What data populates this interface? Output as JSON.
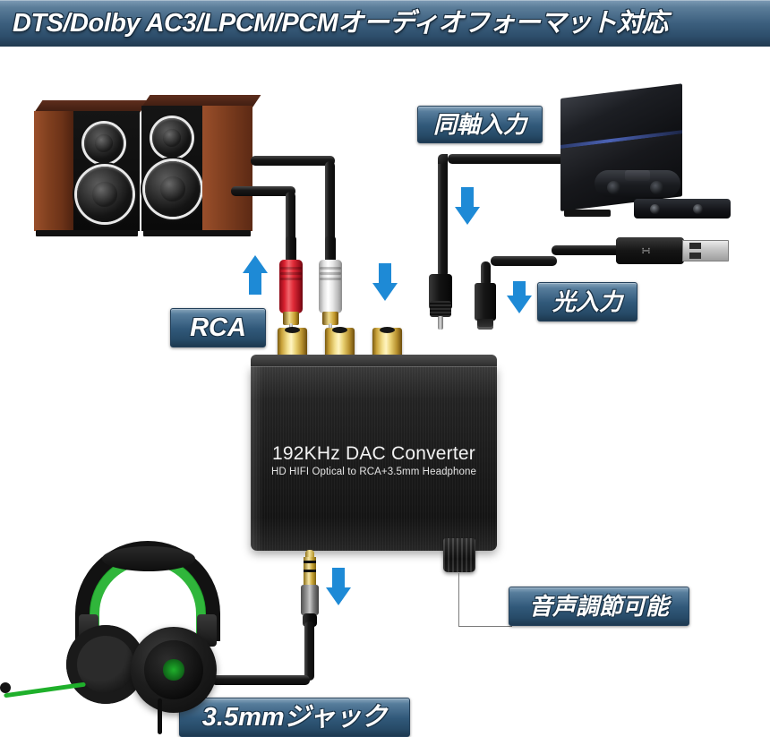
{
  "banner": {
    "title": "DTS/Dolby AC3/LPCM/PCMオーディオフォーマット対応",
    "bg_color_top": "#7e9cb6",
    "bg_color_bottom": "#21394f",
    "text_color": "#ffffff"
  },
  "labels": {
    "coaxial_input": "同軸入力",
    "optical_input": "光入力",
    "rca": "RCA",
    "volume_adjustable": "音声調節可能",
    "headphone_jack": "3.5mmジャック"
  },
  "device": {
    "title": "192KHz DAC Converter",
    "subtitle": "HD HIFI Optical to RCA+3.5mm Headphone",
    "body_color": "#1a1a1a",
    "knob_name": "volume-knob"
  },
  "arrows": {
    "color": "#1e8ad6",
    "items": [
      {
        "name": "arrow-rca-up",
        "direction": "up"
      },
      {
        "name": "arrow-rca-down",
        "direction": "down"
      },
      {
        "name": "arrow-coaxial-down",
        "direction": "down"
      },
      {
        "name": "arrow-optical-down",
        "direction": "down"
      },
      {
        "name": "arrow-headphone-down",
        "direction": "down"
      }
    ]
  },
  "peripherals": {
    "speakers": "bookshelf-speakers",
    "console": "playstation-4-console",
    "usb_cable": "usb-type-a-cable",
    "headphones": "gaming-headphones",
    "optical_cable": "toslink-optical-connector",
    "micro_usb": "micro-usb-connector",
    "rca_plug_red": "rca-plug-red",
    "rca_plug_white": "rca-plug-white",
    "trs_plug": "3.5mm-trs-plug"
  }
}
